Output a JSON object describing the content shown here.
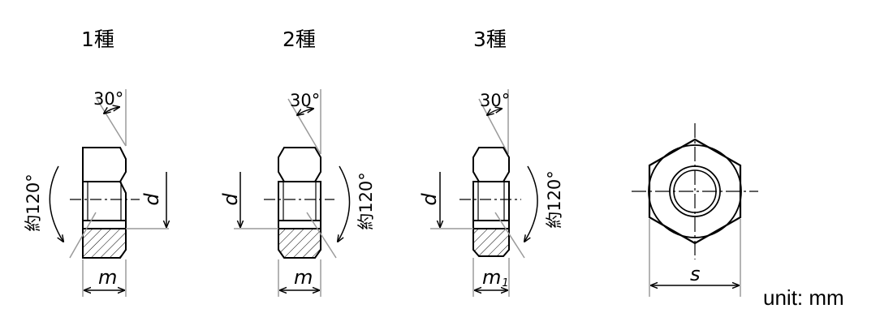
{
  "diagram": {
    "nut_types": [
      {
        "title": "1種",
        "chamfer_angle": "30°",
        "approx_angle": "約120°",
        "diameter_label": "d",
        "height_label": "m",
        "height_subscript": ""
      },
      {
        "title": "2種",
        "chamfer_angle": "30°",
        "approx_angle": "約120°",
        "diameter_label": "d",
        "height_label": "m",
        "height_subscript": ""
      },
      {
        "title": "3種",
        "chamfer_angle": "30°",
        "approx_angle": "約120°",
        "diameter_label": "d",
        "height_label": "m",
        "height_subscript": "1"
      }
    ],
    "top_view": {
      "width_label": "s"
    },
    "unit_text": "unit: mm",
    "colors": {
      "outline": "#000000",
      "construction": "#9a9a9a",
      "hatch": "#000000"
    }
  }
}
